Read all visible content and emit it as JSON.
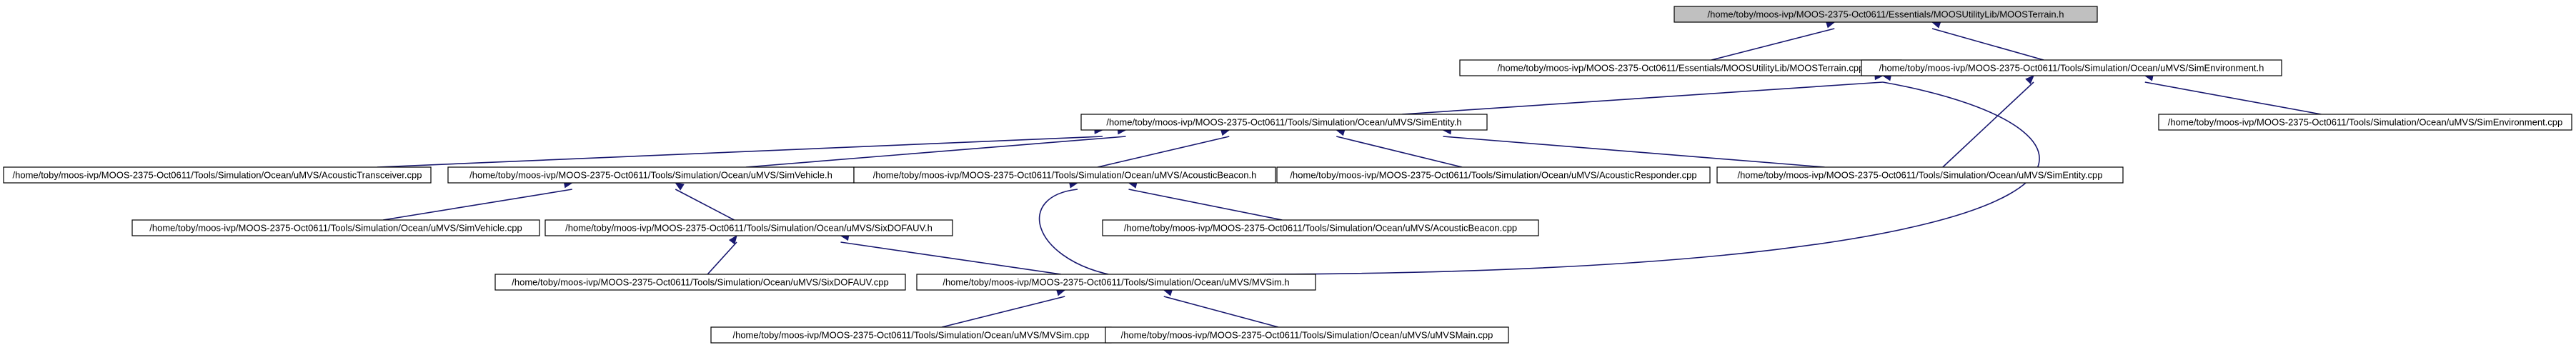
{
  "graph": {
    "nodes": [
      {
        "id": "n0",
        "label": "/home/toby/moos-ivp/MOOS-2375-Oct0611/Essentials/MOOSUtilityLib/MOOSTerrain.h",
        "root": true
      },
      {
        "id": "n1",
        "label": "/home/toby/moos-ivp/MOOS-2375-Oct0611/Essentials/MOOSUtilityLib/MOOSTerrain.cpp"
      },
      {
        "id": "n2",
        "label": "/home/toby/moos-ivp/MOOS-2375-Oct0611/Tools/Simulation/Ocean/uMVS/SimEnvironment.h"
      },
      {
        "id": "n3",
        "label": "/home/toby/moos-ivp/MOOS-2375-Oct0611/Tools/Simulation/Ocean/uMVS/SimEntity.h"
      },
      {
        "id": "n4",
        "label": "/home/toby/moos-ivp/MOOS-2375-Oct0611/Tools/Simulation/Ocean/uMVS/SimEnvironment.cpp"
      },
      {
        "id": "n5",
        "label": "/home/toby/moos-ivp/MOOS-2375-Oct0611/Tools/Simulation/Ocean/uMVS/AcousticTransceiver.cpp"
      },
      {
        "id": "n6",
        "label": "/home/toby/moos-ivp/MOOS-2375-Oct0611/Tools/Simulation/Ocean/uMVS/SimVehicle.h"
      },
      {
        "id": "n7",
        "label": "/home/toby/moos-ivp/MOOS-2375-Oct0611/Tools/Simulation/Ocean/uMVS/AcousticBeacon.h"
      },
      {
        "id": "n8",
        "label": "/home/toby/moos-ivp/MOOS-2375-Oct0611/Tools/Simulation/Ocean/uMVS/AcousticResponder.cpp"
      },
      {
        "id": "n9",
        "label": "/home/toby/moos-ivp/MOOS-2375-Oct0611/Tools/Simulation/Ocean/uMVS/SimEntity.cpp"
      },
      {
        "id": "n10",
        "label": "/home/toby/moos-ivp/MOOS-2375-Oct0611/Tools/Simulation/Ocean/uMVS/SimVehicle.cpp"
      },
      {
        "id": "n11",
        "label": "/home/toby/moos-ivp/MOOS-2375-Oct0611/Tools/Simulation/Ocean/uMVS/SixDOFAUV.h"
      },
      {
        "id": "n12",
        "label": "/home/toby/moos-ivp/MOOS-2375-Oct0611/Tools/Simulation/Ocean/uMVS/AcousticBeacon.cpp"
      },
      {
        "id": "n13",
        "label": "/home/toby/moos-ivp/MOOS-2375-Oct0611/Tools/Simulation/Ocean/uMVS/SixDOFAUV.cpp"
      },
      {
        "id": "n14",
        "label": "/home/toby/moos-ivp/MOOS-2375-Oct0611/Tools/Simulation/Ocean/uMVS/MVSim.h"
      },
      {
        "id": "n15",
        "label": "/home/toby/moos-ivp/MOOS-2375-Oct0611/Tools/Simulation/Ocean/uMVS/MVSim.cpp"
      },
      {
        "id": "n16",
        "label": "/home/toby/moos-ivp/MOOS-2375-Oct0611/Tools/Simulation/Ocean/uMVS/uMVSMain.cpp"
      }
    ],
    "edges": [
      {
        "from": "n1",
        "to": "n0"
      },
      {
        "from": "n2",
        "to": "n0"
      },
      {
        "from": "n3",
        "to": "n2"
      },
      {
        "from": "n4",
        "to": "n2"
      },
      {
        "from": "n9",
        "to": "n2"
      },
      {
        "from": "n14",
        "to": "n2"
      },
      {
        "from": "n5",
        "to": "n3"
      },
      {
        "from": "n6",
        "to": "n3"
      },
      {
        "from": "n7",
        "to": "n3"
      },
      {
        "from": "n8",
        "to": "n3"
      },
      {
        "from": "n9",
        "to": "n3"
      },
      {
        "from": "n10",
        "to": "n6"
      },
      {
        "from": "n11",
        "to": "n6"
      },
      {
        "from": "n14",
        "to": "n7"
      },
      {
        "from": "n12",
        "to": "n7"
      },
      {
        "from": "n13",
        "to": "n11"
      },
      {
        "from": "n14",
        "to": "n11"
      },
      {
        "from": "n15",
        "to": "n14"
      },
      {
        "from": "n16",
        "to": "n14"
      }
    ]
  },
  "colors": {
    "edge": "#191970",
    "root_fill": "#c0c0c0",
    "node_fill": "#ffffff",
    "node_border": "#000000"
  }
}
